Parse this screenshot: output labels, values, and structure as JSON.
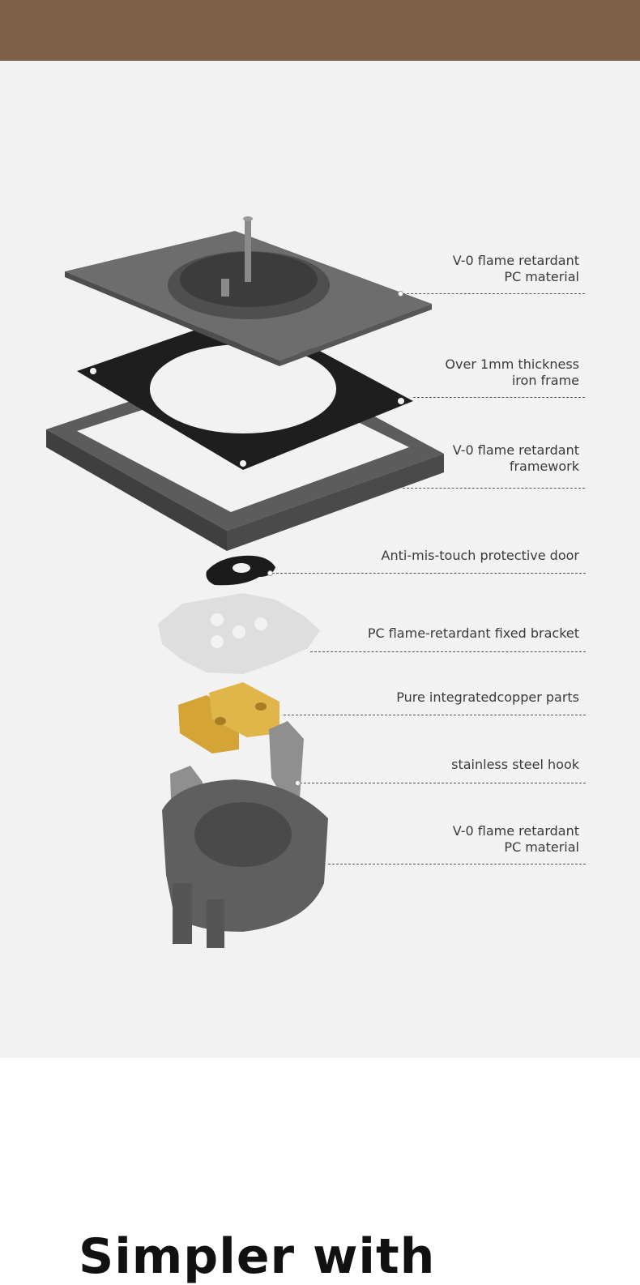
{
  "callouts": [
    {
      "line1": "V-0 flame retardant",
      "line2": "PC material"
    },
    {
      "line1": "Over 1mm thickness",
      "line2": "iron frame"
    },
    {
      "line1": "V-0 flame retardant",
      "line2": "framework"
    },
    {
      "line1": "Anti-mis-touch protective door",
      "line2": ""
    },
    {
      "line1": "PC flame-retardant fixed bracket",
      "line2": ""
    },
    {
      "line1": "Pure integratedcopper parts",
      "line2": ""
    },
    {
      "line1": "stainless steel hook",
      "line2": ""
    },
    {
      "line1": "V-0 flame retardant",
      "line2": "PC material"
    }
  ],
  "footer": {
    "heading": "Simpler with"
  },
  "colors": {
    "brand_bar": "#7e5f47",
    "panel_bg": "#f2f2f2",
    "copper": "#d4a437",
    "plate": "#6b6b6b"
  }
}
